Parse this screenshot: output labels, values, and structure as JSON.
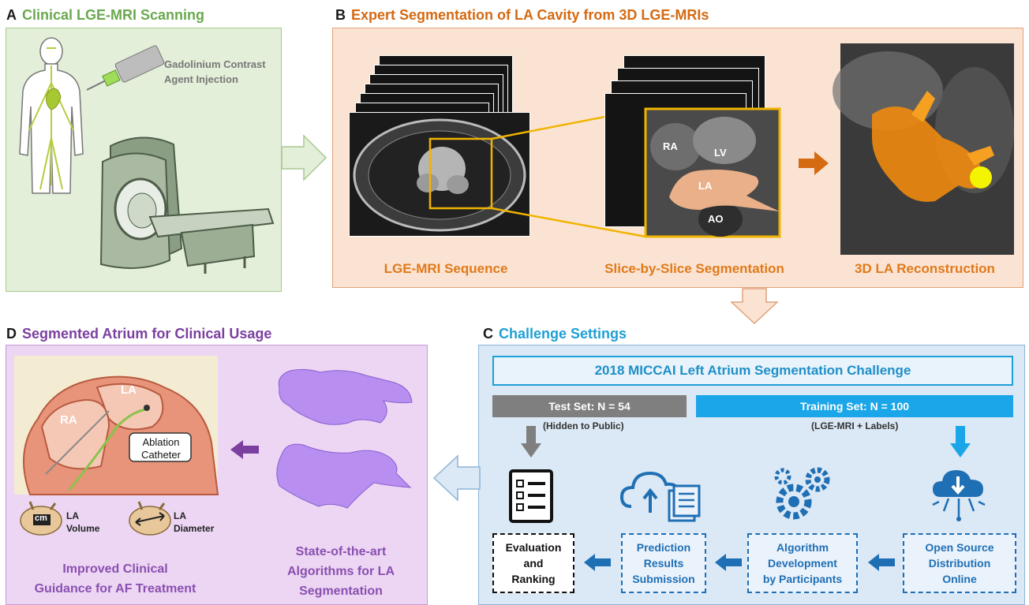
{
  "panelA": {
    "letter": "A",
    "title": "Clinical LGE-MRI Scanning",
    "injection_line1": "Gadolinium Contrast",
    "injection_line2": "Agent Injection"
  },
  "panelB": {
    "letter": "B",
    "title": "Expert Segmentation of LA Cavity from 3D LGE-MRIs",
    "caption_sequence": "LGE-MRI Sequence",
    "caption_slice": "Slice-by-Slice Segmentation",
    "caption_recon": "3D LA Reconstruction",
    "label_ra": "RA",
    "label_lv": "LV",
    "label_la": "LA",
    "label_ao": "AO"
  },
  "panelC": {
    "letter": "C",
    "title": "Challenge Settings",
    "challenge_name": "2018 MICCAI Left Atrium Segmentation Challenge",
    "test_set": "Test Set: N = 54",
    "test_note": "(Hidden to Public)",
    "training_set": "Training Set: N = 100",
    "training_note": "(LGE-MRI + Labels)",
    "steps": {
      "evaluation_l1": "Evaluation",
      "evaluation_l2": "and",
      "evaluation_l3": "Ranking",
      "prediction_l1": "Prediction",
      "prediction_l2": "Results",
      "prediction_l3": "Submission",
      "algorithm_l1": "Algorithm",
      "algorithm_l2": "Development",
      "algorithm_l3": "by Participants",
      "opensource_l1": "Open Source",
      "opensource_l2": "Distribution",
      "opensource_l3": "Online"
    }
  },
  "panelD": {
    "letter": "D",
    "title": "Segmented Atrium for Clinical Usage",
    "label_la": "LA",
    "label_ra": "RA",
    "catheter_l1": "Ablation",
    "catheter_l2": "Catheter",
    "cm_badge": "cm",
    "volume_l1": "LA",
    "volume_l2": "Volume",
    "diameter_l1": "LA",
    "diameter_l2": "Diameter",
    "guidance_l1": "Improved Clinical",
    "guidance_l2": "Guidance for AF Treatment",
    "algos_l1": "State-of-the-art",
    "algos_l2": "Algorithms for LA",
    "algos_l3": "Segmentation"
  },
  "colors": {
    "green_title": "#6aa84f",
    "orange_title": "#d46a12",
    "blue_title": "#1e9fd6",
    "purple_title": "#7b3fa0",
    "panelA_bg": "#e3efd9",
    "panelB_bg": "#fbe3d3",
    "panelC_bg": "#dbe8f5",
    "panelD_bg": "#ecd6f3"
  }
}
